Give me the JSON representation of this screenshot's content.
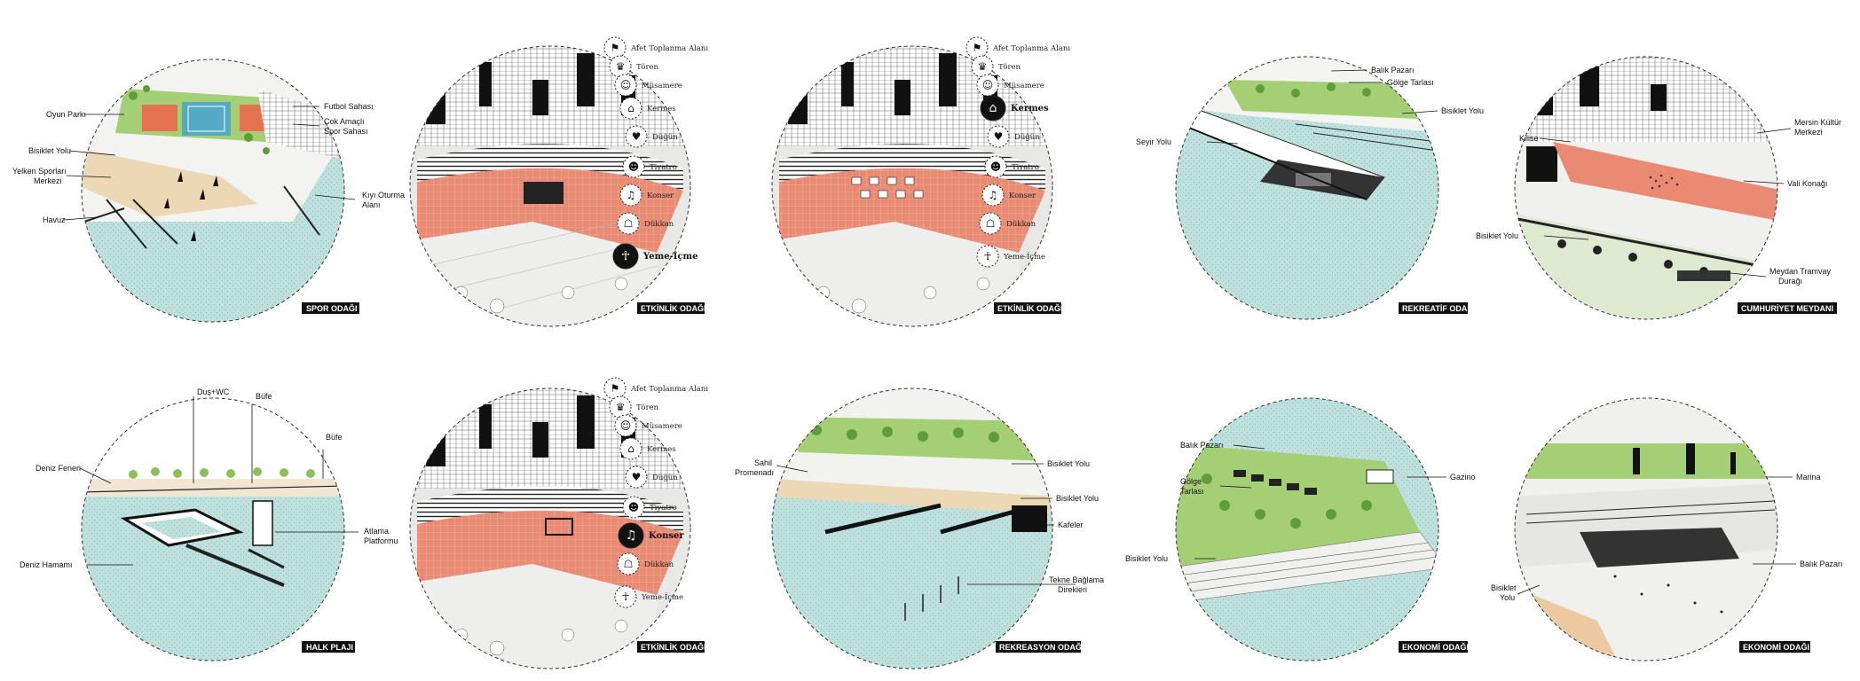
{
  "colors": {
    "water": "#bfe1dd",
    "land": "#ececea",
    "event": "#ea8a72",
    "green": "#8fbf5a",
    "sand": "#ecd8b4",
    "dark": "#111111"
  },
  "event_icons": [
    {
      "icon": "afet-icon",
      "label": "Afet Toplanma Alanı"
    },
    {
      "icon": "tören-icon",
      "label": "Tören"
    },
    {
      "icon": "müsamere-icon",
      "label": "Müsamere"
    },
    {
      "icon": "kermes-icon",
      "label": "Kermes"
    },
    {
      "icon": "düğün-icon",
      "label": "Düğün"
    },
    {
      "icon": "tiyatro-icon",
      "label": "Tiyatro"
    },
    {
      "icon": "konser-icon",
      "label": "Konser"
    },
    {
      "icon": "dükkan-icon",
      "label": "Dükkan"
    },
    {
      "icon": "yeme-icme-icon",
      "label": "Yeme-İçme"
    }
  ],
  "panels": [
    {
      "title": "SPOR ODAĞI",
      "labels": [
        "Oyun Parkı",
        "Futbol Sahası",
        "Çok Amaçlı",
        "Spor Sahası",
        "Bisiklet Yolu",
        "Yelken Sporları",
        "Merkezi",
        "Kıyı Oturma",
        "Alanı",
        "Havuz"
      ]
    },
    {
      "title": "ETKİNLİK ODAĞI",
      "active": 8
    },
    {
      "title": "ETKİNLİK ODAĞI",
      "active": 3
    },
    {
      "title": "REKREATİF ODAK",
      "labels": [
        "Balık Pazarı",
        "Gölge Tarlası",
        "Seyir Yolu",
        "Bisiklet Yolu"
      ]
    },
    {
      "title": "CUMHURİYET MEYDANI",
      "labels": [
        "Kilise",
        "Mersin Kültür",
        "Merkezi",
        "Vali Konağı",
        "Bisiklet Yolu",
        "Meydan Tramvay",
        "Durağı"
      ]
    },
    {
      "title": "HALK PLAJI",
      "labels": [
        "Duş+WC",
        "Büfe",
        "Büfe",
        "Deniz Feneri",
        "Atlama",
        "Platformu",
        "Deniz Hamamı"
      ]
    },
    {
      "title": "ETKİNLİK ODAĞI",
      "active": 6
    },
    {
      "title": "REKREASYON ODAĞI",
      "labels": [
        "Sahil",
        "Promenadı",
        "Bisiklet Yolu",
        "Bisiklet Yolu",
        "Kafeler",
        "Tekne Bağlama",
        "Direkleri"
      ]
    },
    {
      "title": "EKONOMİ ODAĞI",
      "labels": [
        "Balık Pazarı",
        "Gölge",
        "Tarlası",
        "Gazino",
        "Bisiklet Yolu"
      ]
    },
    {
      "title": "EKONOMİ ODAĞI",
      "labels": [
        "Marina",
        "Balık Pazarı",
        "Bisiklet",
        "Yolu"
      ]
    }
  ]
}
